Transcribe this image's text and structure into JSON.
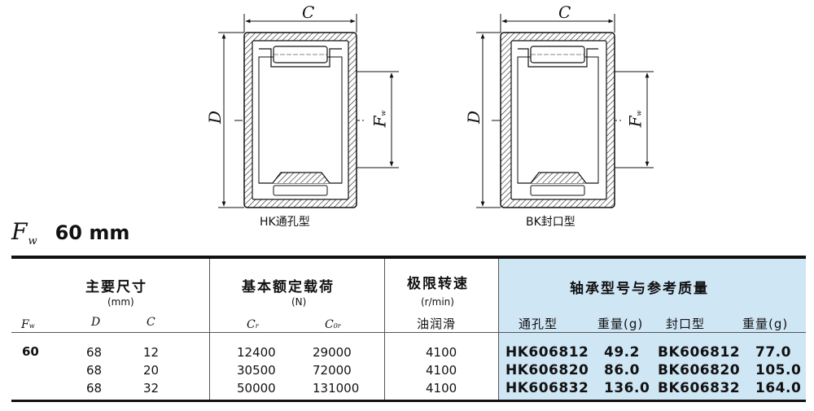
{
  "drawings": {
    "dim_c": "C",
    "dim_d": "D",
    "dim_f": "F",
    "dim_f_sub": "w",
    "hk_caption": "HK通孔型",
    "bk_caption": "BK封口型"
  },
  "fw_heading": {
    "symbol": "F",
    "sub": "w",
    "value": "60 mm"
  },
  "table": {
    "groups": {
      "main_dims": "主要尺寸",
      "main_dims_unit": "(mm)",
      "load_rating": "基本额定载荷",
      "load_rating_unit": "(N)",
      "speed_limit": "极限转速",
      "speed_limit_unit": "(r/min)",
      "bearing_model": "轴承型号与参考质量"
    },
    "columns": {
      "fw": "F",
      "fw_sub": "w",
      "d": "D",
      "c": "C",
      "cr": "C",
      "cr_sub": "r",
      "c0r": "C",
      "c0r_sub": "0r",
      "oil": "油润滑",
      "through_type": "通孔型",
      "weight1": "重量(g)",
      "sealed_type": "封口型",
      "weight2": "重量(g)"
    },
    "fw_value": "60",
    "rows": [
      {
        "d": "68",
        "c": "12",
        "cr": "12400",
        "c0r": "29000",
        "speed": "4100",
        "hk": "HK606812",
        "hk_w": "49.2",
        "bk": "BK606812",
        "bk_w": "77.0"
      },
      {
        "d": "68",
        "c": "20",
        "cr": "30500",
        "c0r": "72000",
        "speed": "4100",
        "hk": "HK606820",
        "hk_w": "86.0",
        "bk": "BK606820",
        "bk_w": "105.0"
      },
      {
        "d": "68",
        "c": "32",
        "cr": "50000",
        "c0r": "131000",
        "speed": "4100",
        "hk": "HK606832",
        "hk_w": "136.0",
        "bk": "BK606832",
        "bk_w": "164.0"
      }
    ]
  },
  "colors": {
    "highlight": "#cfe6f5",
    "line": "#111111"
  }
}
